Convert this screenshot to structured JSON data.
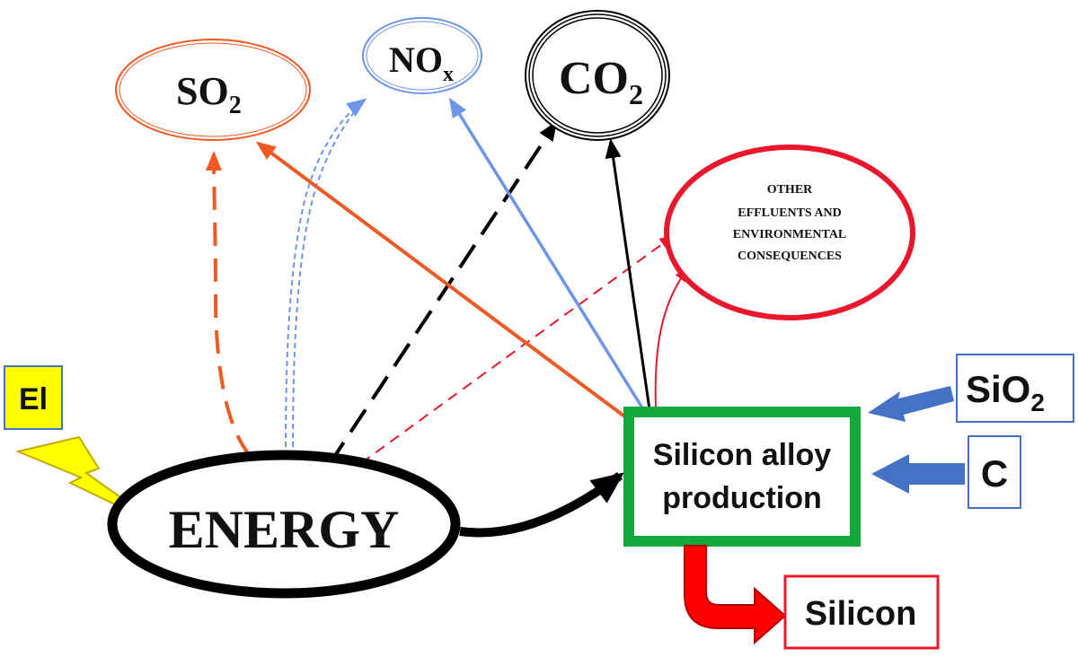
{
  "nodes": {
    "energy": {
      "label": "ENERGY"
    },
    "silicon_alloy_production": {
      "line1": "Silicon alloy",
      "line2": "production"
    },
    "so2": {
      "base": "SO",
      "sub": "2"
    },
    "nox": {
      "base": "NO",
      "sub": "x"
    },
    "co2": {
      "base": "CO",
      "sub": "2"
    },
    "other_effluents": {
      "line1": "OTHER",
      "line2": "EFFLUENTS AND",
      "line3": "ENVIRONMENTAL",
      "line4": "CONSEQUENCES"
    },
    "sio2": {
      "base": "SiO",
      "sub": "2"
    },
    "carbon": {
      "label": "C"
    },
    "silicon": {
      "label": "Silicon"
    },
    "el": {
      "label": "El"
    }
  },
  "colors": {
    "black": "#000000",
    "orange": "#ef5a24",
    "blue": "#6d95e8",
    "red": "#e8172c",
    "green": "#13a83a",
    "input_arrow_blue": "#4472c4",
    "input_box_border": "#4472c4",
    "el_fill": "#ffff00",
    "silicon_arrow": "#ff0000"
  }
}
